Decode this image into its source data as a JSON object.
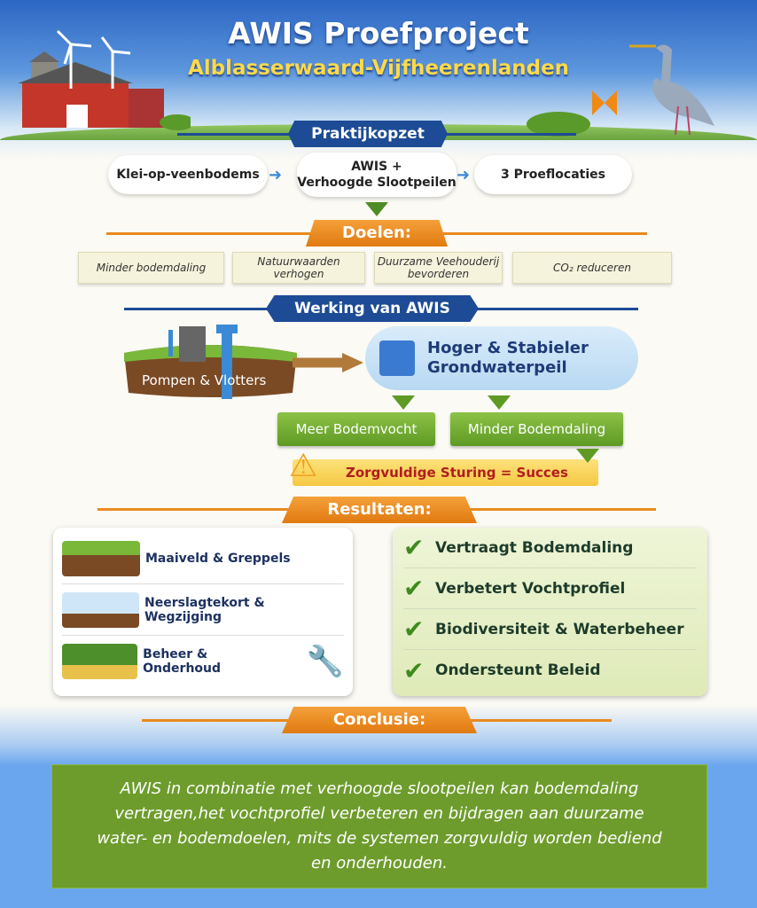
{
  "header": {
    "title": "AWIS Proefproject",
    "subtitle": "Alblasserwaard-Vijfheerenlanden"
  },
  "praktijkopzet": {
    "heading": "Praktijkopzet",
    "items": [
      "Klei-op-veenbodems",
      "AWIS +\nVerhoogde Slootpeilen",
      "3 Proeflocaties"
    ]
  },
  "doelen": {
    "heading": "Doelen:",
    "items": [
      "Minder bodemdaling",
      "Natuurwaarden verhogen",
      "Duurzame Veehouderij bevorderen",
      "CO₂ reduceren"
    ]
  },
  "werking": {
    "heading": "Werking van AWIS",
    "input": "Pompen & Vlotters",
    "result": "Hoger & Stabieler Grondwaterpeil",
    "effect1": "Meer Bodemvocht",
    "effect2": "Minder Bodemdaling",
    "warning": "Zorgvuldige Sturing = Succes"
  },
  "resultaten": {
    "heading": "Resultaten:",
    "topics": [
      "Maaiveld & Greppels",
      "Neerslagtekort & Wegzijging",
      "Beheer & Onderhoud"
    ],
    "checks": [
      "Vertraagt Bodemdaling",
      "Verbetert Vochtprofiel",
      "Biodiversiteit & Waterbeheer",
      "Ondersteunt Beleid"
    ]
  },
  "conclusie": {
    "heading": "Conclusie:",
    "text": "AWIS in combinatie met verhoogde slootpeilen kan bodemdaling vertragen,het vochtprofiel verbeteren en bijdragen aan duurzame water- en bodemdoelen, mits de systemen zorgvuldig worden bediend en onderhouden."
  },
  "colors": {
    "navy": "#1d4b96",
    "orange": "#e98a1f",
    "green": "#6d9c2c",
    "bottom": "#6aa6ee"
  }
}
